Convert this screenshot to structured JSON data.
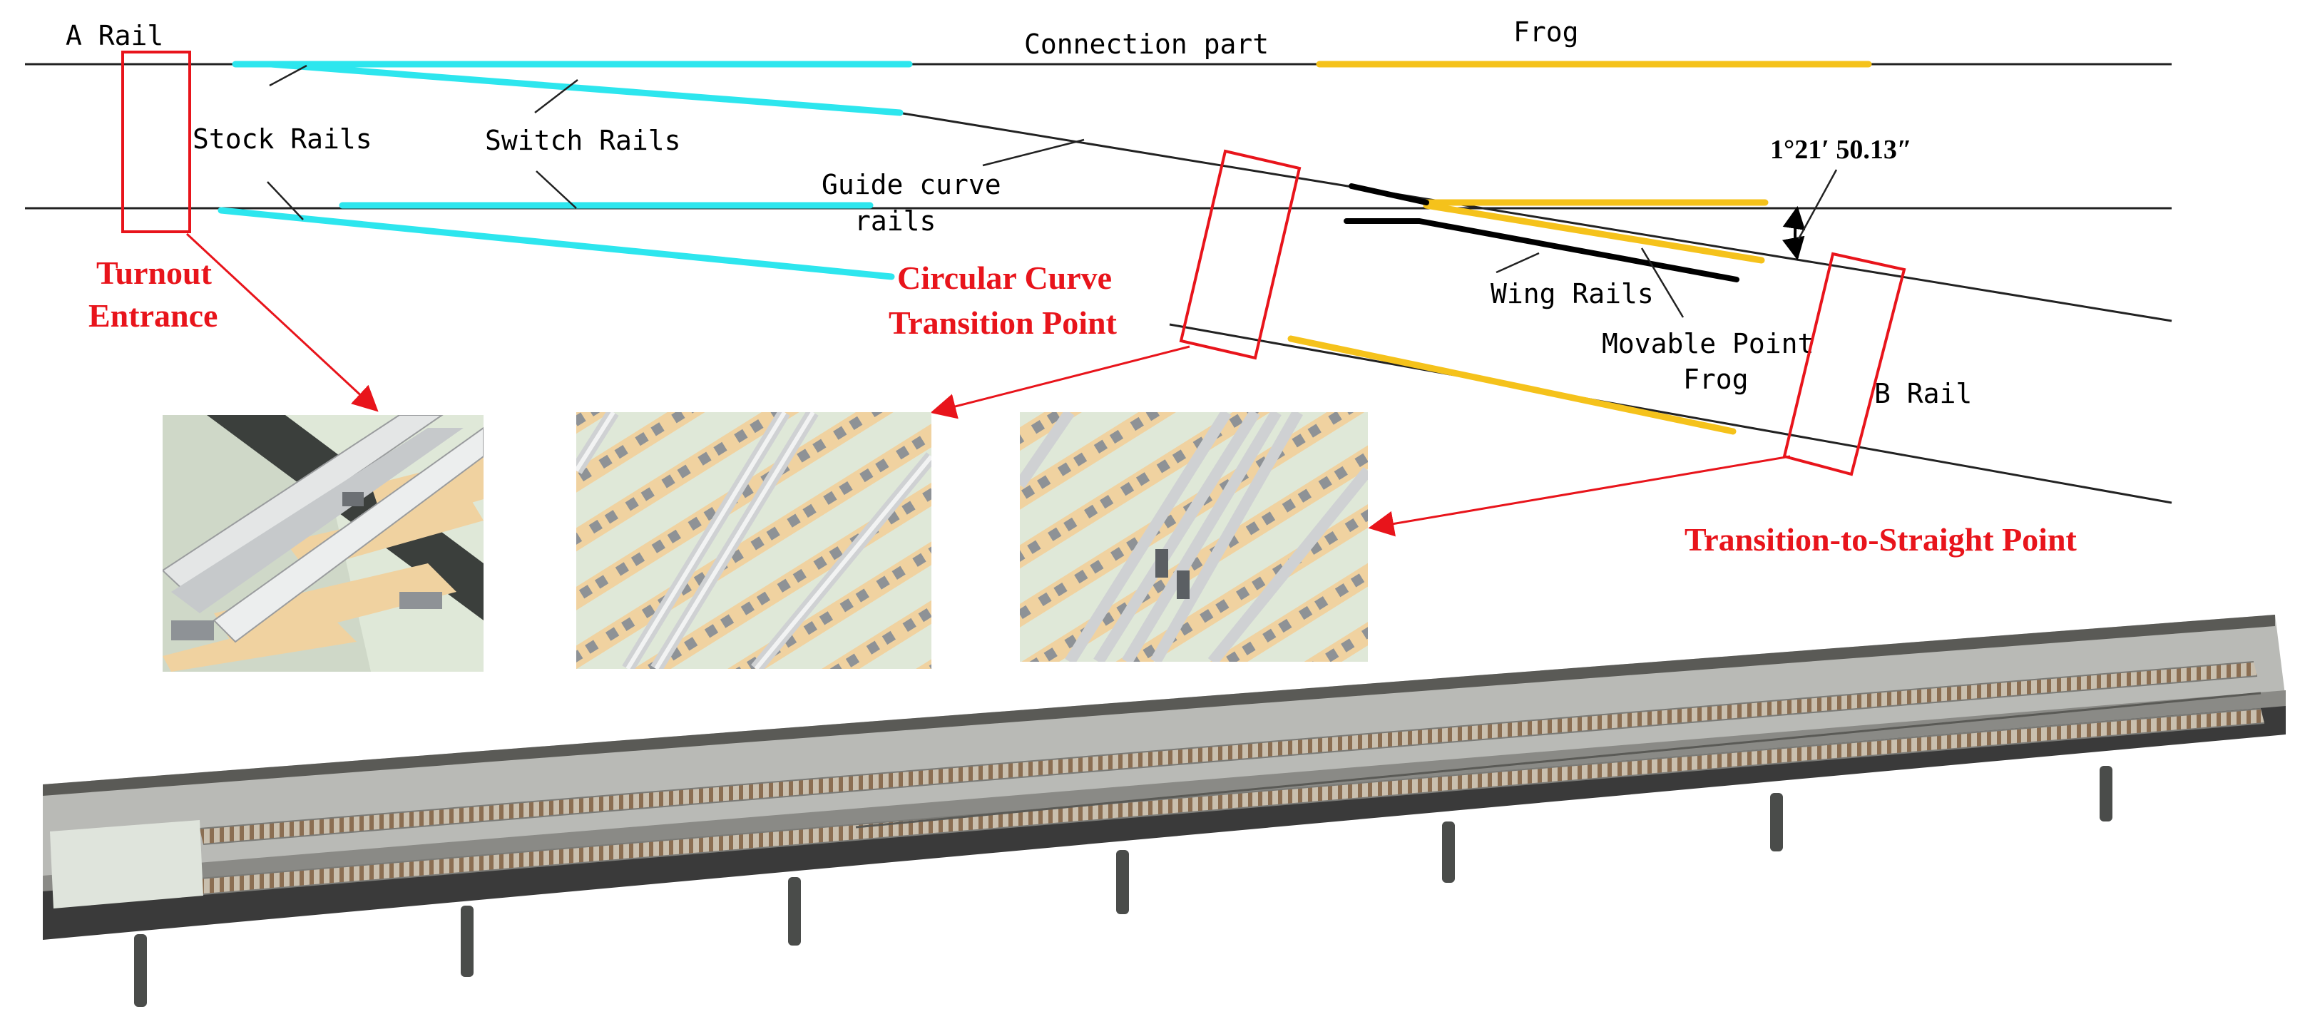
{
  "colors": {
    "switch_rail": "#2de6ee",
    "frog_rail": "#f5c21b",
    "wing_rail": "#000000",
    "highlight": "#e8141b",
    "line": "#222222",
    "sleeper": "#f0d2a0",
    "ballast": "#dfe8d8",
    "rail_steel": "#d6d8da",
    "viaduct_dark": "#3a3a3a",
    "viaduct_concrete": "#b9bab6"
  },
  "labels": {
    "a_rail": "A Rail",
    "connection_part": "Connection part",
    "frog": "Frog",
    "stock_rails": "Stock Rails",
    "switch_rails": "Switch Rails",
    "guide_curve_1": "Guide curve",
    "guide_curve_2": "rails",
    "angle": "1°21′ 50.13″",
    "wing_rails": "Wing Rails",
    "movable_1": "Movable Point",
    "movable_2": "Frog",
    "b_rail": "B Rail"
  },
  "callouts": {
    "turnout_1": "Turnout",
    "turnout_2": "Entrance",
    "circular_1": "Circular Curve",
    "circular_2": "Transition Point",
    "straight": "Transition-to-Straight Point"
  },
  "icons": {
    "detail_1": "rail-fastening-closeup-image",
    "detail_2": "sleepers-and-rails-image",
    "detail_3": "frog-area-sleepers-image",
    "model": "viaduct-track-3d-model-image"
  }
}
